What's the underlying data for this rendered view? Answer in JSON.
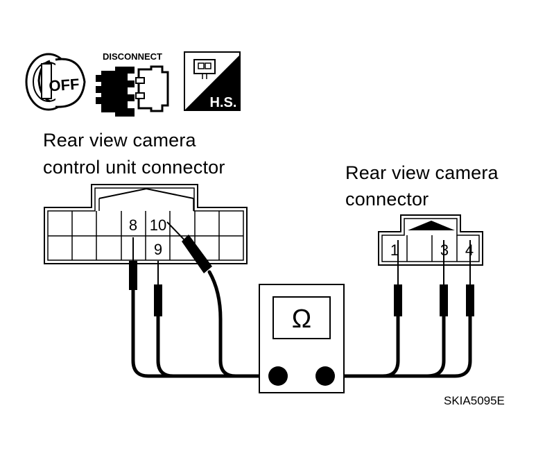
{
  "icons": {
    "ignition": {
      "text": "OFF"
    },
    "disconnect": {
      "text": "DISCONNECT"
    },
    "harness_side": {
      "text": "H.S."
    }
  },
  "ecu_connector": {
    "title_line1": "Rear view camera",
    "title_line2": "control unit connector",
    "pins": {
      "top_a": "8",
      "top_b": "10",
      "bottom_a": "9"
    }
  },
  "camera_connector": {
    "title_line1": "Rear view camera",
    "title_line2": "connector",
    "pins": {
      "a": "1",
      "b": "3",
      "c": "4"
    }
  },
  "meter": {
    "symbol": "Ω"
  },
  "figure_code": "SKIA5095E"
}
